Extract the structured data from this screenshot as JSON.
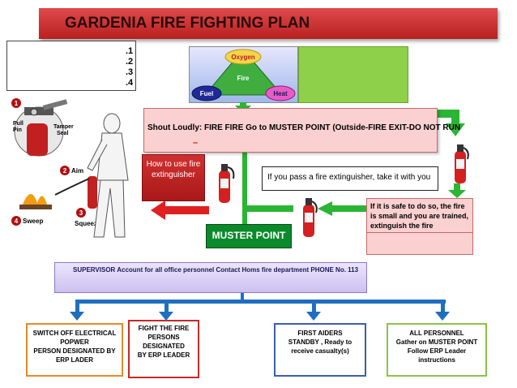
{
  "title": "GARDENIA FIRE FIGHTING PLAN",
  "numbered_list": [
    ".1",
    ".2",
    ".3",
    ".4"
  ],
  "fire_triangle": {
    "oxygen": "Oxygen",
    "fire": "Fire",
    "fuel": "Fuel",
    "heat": "Heat"
  },
  "extinguisher_diagram": {
    "steps": [
      "1",
      "2",
      "3",
      "4"
    ],
    "labels": {
      "pull_pin": "Pull\nPin",
      "tamper_seal": "Tamper\nSeal",
      "aim": "Aim",
      "sweep": "Sweep",
      "squeeze": "Squeeze"
    }
  },
  "shout_text": "Shout Loudly: FIRE FIRE Go to MUSTER POINT (Outside-FIRE EXIT-DO NOT RUN",
  "red_dash": "–",
  "how_to_use": "How to use fire extinguisher",
  "pass_text": "If you pass a fire extinguisher, take it with you",
  "safe_text": "If it is safe to do so, the fire is small and you are trained, extinguish the fire",
  "muster_point": "MUSTER POINT",
  "supervisor_text": "SUPERVISOR Account for all office personnel  Contact  Homs fire department PHONE No. 113",
  "boxes": {
    "switch_off": "SWITCH OFF ELECTRICAL POPWER\nPERSON DESIGNATED BY ERP LADER",
    "fight_fire": "FIGHT THE FIRE\nPERSONS\nDESIGNATED\nBY ERP LEADER",
    "first_aiders": "FIRST AIDERS\nSTANDBY , Ready to\nreceive casualty(s)",
    "all_personnel": "ALL PERSONNEL\nGather on MUSTER POINT\nFollow ERP Leader\ninstructions"
  },
  "colors": {
    "title_red": "#c92a2a",
    "green_arrow": "#2bb534",
    "red_arrow": "#e02020",
    "blue_connector": "#1f6fc0",
    "orange_box": "#e8882a",
    "red_box": "#c42a2a",
    "blue_box": "#3a5fb0",
    "green_box": "#8bc34a"
  }
}
